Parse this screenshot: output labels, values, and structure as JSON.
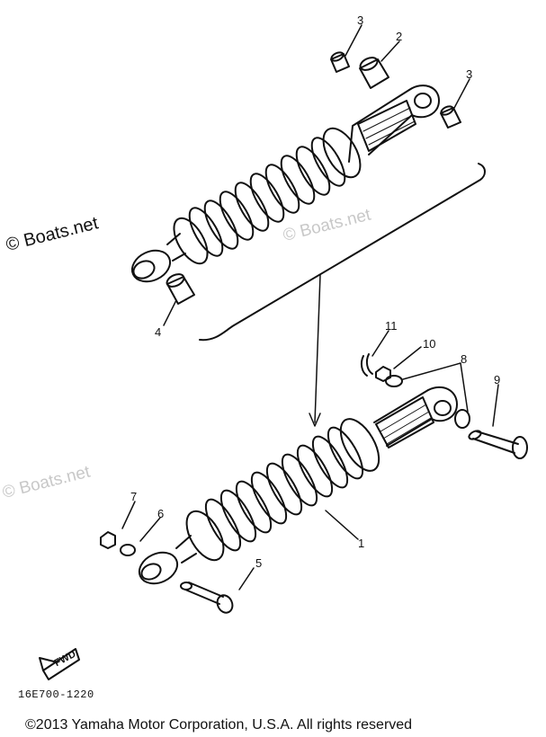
{
  "watermarks": {
    "primary": "© Boats.net",
    "faint": "© Boats.net"
  },
  "callouts": [
    "1",
    "2",
    "3",
    "4",
    "5",
    "6",
    "7",
    "8",
    "9",
    "10",
    "11"
  ],
  "direction_label": "FWD",
  "part_code": "16E700-1220",
  "copyright": "©2013 Yamaha Motor Corporation, U.S.A. All rights reserved",
  "colors": {
    "ink": "#111111",
    "watermark": "#c8c8c8",
    "background": "#ffffff"
  }
}
